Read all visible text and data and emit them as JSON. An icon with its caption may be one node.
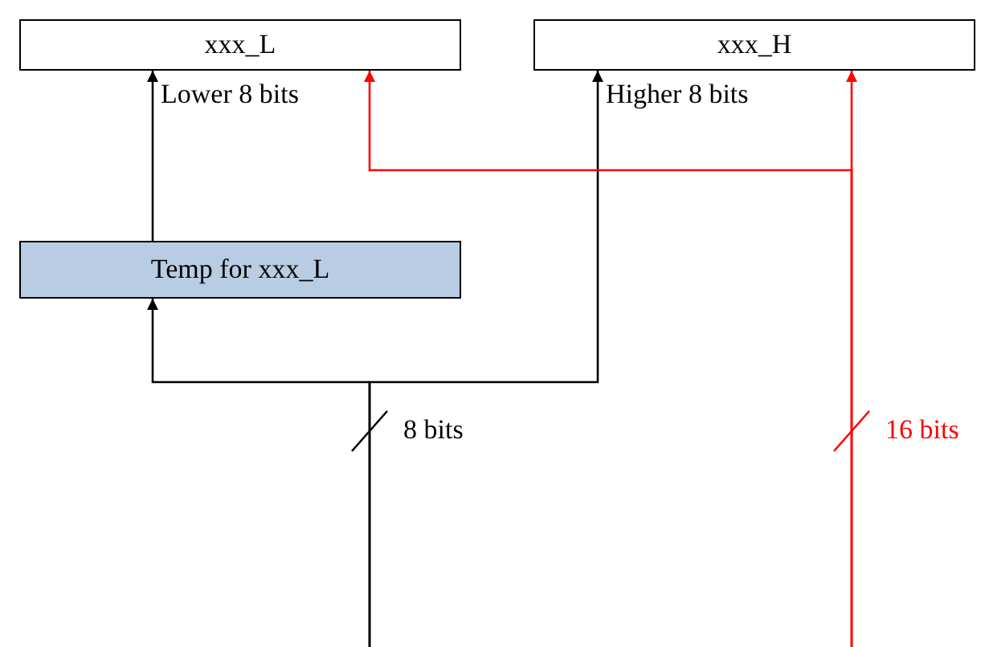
{
  "diagram": {
    "nodes": [
      {
        "text": [
          "xxx_L"
        ]
      },
      {
        "text": [
          "xxx_H"
        ]
      },
      {
        "text": [
          "Temp for xxx_L"
        ]
      }
    ],
    "edges": [
      {
        "from": 2,
        "to": 0,
        "arrow": "to",
        "label": "Lower 8 bits"
      },
      {
        "from": null,
        "to": 2,
        "arrow": "to",
        "label": "8 bits"
      },
      {
        "from": null,
        "to": 1,
        "arrow": "to",
        "label": "Higher 8 bits"
      },
      {
        "from": null,
        "to": 1,
        "arrow": "to",
        "color": "#ff0000",
        "label": "16 bits"
      },
      {
        "from": null,
        "to": 0,
        "arrow": "to",
        "color": "#ff0000"
      }
    ]
  }
}
